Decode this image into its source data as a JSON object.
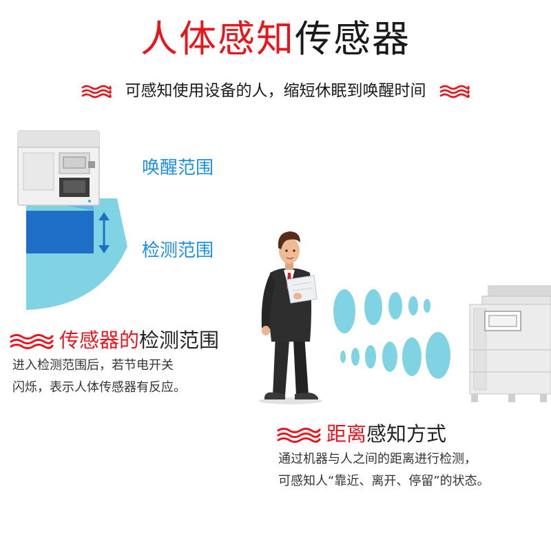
{
  "header": {
    "title_red": "人体感知",
    "title_dark": "传感器",
    "subtitle": "可感知使用设备的人，缩短休眠到唤醒时间"
  },
  "left": {
    "wake_label": "唤醒范围",
    "detect_label": "检测范围",
    "section_title_red": "传感器的",
    "section_title_dark": "检测范围",
    "desc_line1": "进入检测范围后，若节电开关",
    "desc_line2": "闪烁，表示人体传感器有反应。"
  },
  "right": {
    "section_title_red": "距离",
    "section_title_dark": "感知方式",
    "desc_line1": "通过机器与人之间的距离进行检测，",
    "desc_line2": "可感知人“靠近、离开、停留”的状态。"
  },
  "colors": {
    "accent_red": "#e8161c",
    "label_blue": "#1d8fe0",
    "detect_zone": "#7fd3e3",
    "wake_zone": "#1e6ec8"
  }
}
